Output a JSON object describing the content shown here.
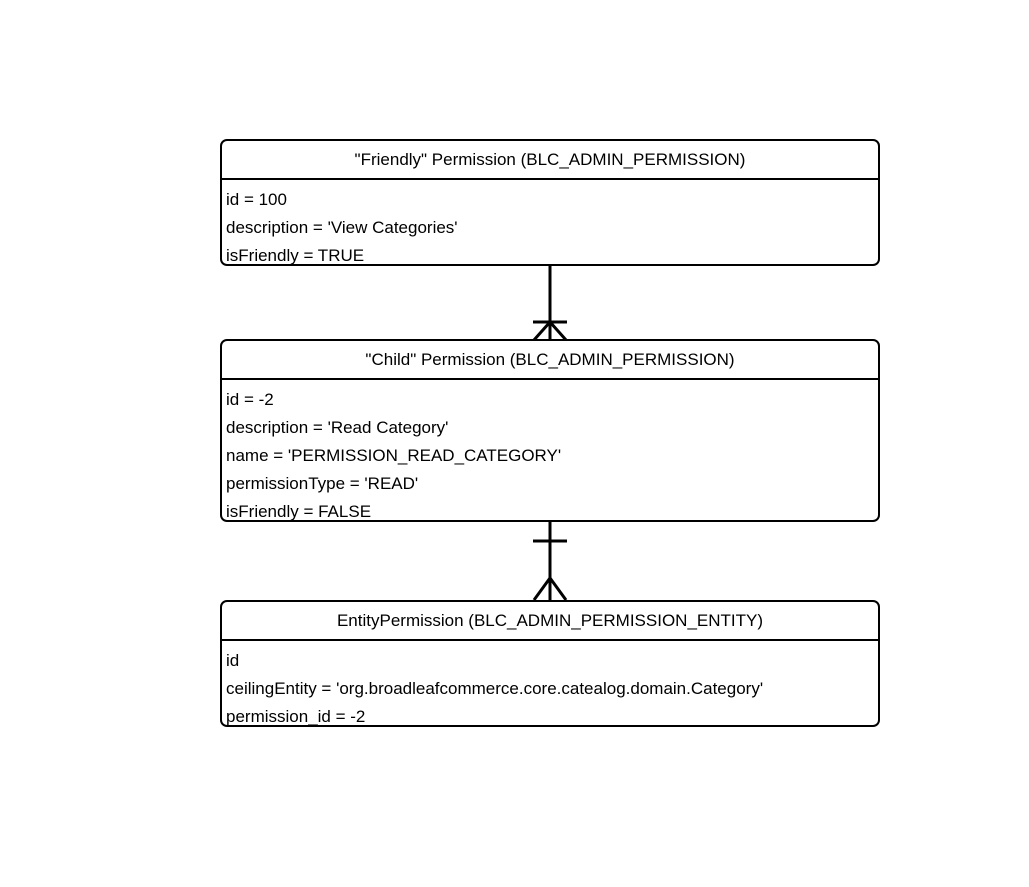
{
  "diagram": {
    "title": "Broadleaf Admin Permission ER Diagram",
    "background_color": "#ffffff",
    "line_color": "#000000",
    "entities": [
      {
        "id": "friendly-permission",
        "title": "\"Friendly\" Permission (BLC_ADMIN_PERMISSION)",
        "attributes": [
          "id = 100",
          "description = 'View Categories'",
          "isFriendly = TRUE"
        ]
      },
      {
        "id": "child-permission",
        "title": "\"Child\" Permission (BLC_ADMIN_PERMISSION)",
        "attributes": [
          "id = -2",
          "description = 'Read Category'",
          "name = 'PERMISSION_READ_CATEGORY'",
          "permissionType = 'READ'",
          "isFriendly = FALSE"
        ]
      },
      {
        "id": "entity-permission",
        "title": "EntityPermission (BLC_ADMIN_PERMISSION_ENTITY)",
        "attributes": [
          "id",
          "ceilingEntity = 'org.broadleafcommerce.core.catealog.domain.Category'",
          "permission_id = -2"
        ]
      }
    ],
    "relationships": [
      {
        "id": "friendly-to-child",
        "from": "friendly-permission",
        "to": "child-permission",
        "from_cardinality": "one",
        "to_cardinality": "one-or-many",
        "notation": "crows-foot"
      },
      {
        "id": "child-to-entity",
        "from": "child-permission",
        "to": "entity-permission",
        "from_cardinality": "one-and-only-one",
        "to_cardinality": "one-or-many",
        "notation": "crows-foot"
      }
    ]
  }
}
